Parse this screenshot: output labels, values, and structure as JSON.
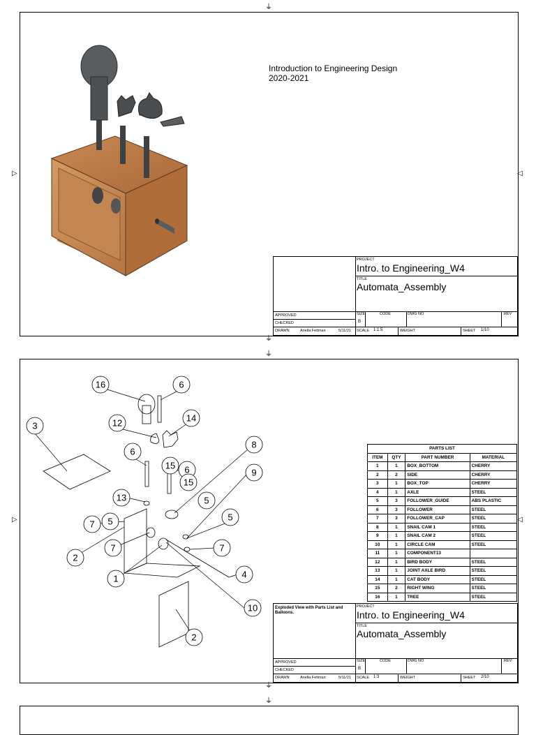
{
  "sheet1": {
    "header_line1": "Introduction to Engineering Design",
    "header_line2": "2020-2021",
    "project_label": "PROJECT",
    "project": "Intro. to Engineering_W4",
    "title_label": "TITLE",
    "title": "Automata_Assembly",
    "approved_label": "APPROVED",
    "checked_label": "CHECKED",
    "drawn_label": "DRAWN",
    "drawn_by": "Ariella Feltman",
    "drawn_date": "5/11/21",
    "size_label": "SIZE",
    "size": "B",
    "code_label": "CODE",
    "dwg_label": "DWG NO",
    "rev_label": "REV",
    "scale_label": "SCALE",
    "scale": "1:1.5",
    "weight_label": "WEIGHT",
    "sheet_label": "SHEET",
    "sheet": "1/10"
  },
  "sheet2": {
    "note": "Exploded View with Parts List and Balloons.",
    "project_label": "PROJECT",
    "project": "Intro. to Engineering_W4",
    "title_label": "TITLE",
    "title": "Automata_Assembly",
    "approved_label": "APPROVED",
    "checked_label": "CHECKED",
    "drawn_label": "DRAWN",
    "drawn_by": "Ariella Feltman",
    "drawn_date": "5/11/21",
    "size_label": "SIZE",
    "size": "B",
    "code_label": "CODE",
    "dwg_label": "DWG NO",
    "rev_label": "REV",
    "scale_label": "SCALE",
    "scale": "1:3",
    "weight_label": "WEIGHT",
    "sheet_label": "SHEET",
    "sheet": "2/10",
    "parts_list": {
      "title": "PARTS LIST",
      "headers": [
        "ITEM",
        "QTY",
        "PART NUMBER",
        "MATERIAL"
      ],
      "rows": [
        [
          "1",
          "1",
          "BOX_BOTTOM",
          "CHERRY"
        ],
        [
          "2",
          "2",
          "SIDE",
          "CHERRY"
        ],
        [
          "3",
          "1",
          "BOX_TOP",
          "CHERRY"
        ],
        [
          "4",
          "1",
          "AXLE",
          "STEEL"
        ],
        [
          "5",
          "3",
          "FOLLOWER_GUIDE",
          "ABS PLASTIC"
        ],
        [
          "6",
          "3",
          "FOLLOWER",
          "STEEL"
        ],
        [
          "7",
          "3",
          "FOLLOWER_CAP",
          "STEEL"
        ],
        [
          "8",
          "1",
          "SNAIL CAM 1",
          "STEEL"
        ],
        [
          "9",
          "1",
          "SNAIL CAM 2",
          "STEEL"
        ],
        [
          "10",
          "1",
          "CIRCLE CAM",
          "STEEL"
        ],
        [
          "11",
          "1",
          "COMPONENT13",
          ""
        ],
        [
          "12",
          "1",
          "BIRD BODY",
          "STEEL"
        ],
        [
          "13",
          "1",
          "JOINT AXLE BIRD",
          "STEEL"
        ],
        [
          "14",
          "1",
          "CAT BODY",
          "STEEL"
        ],
        [
          "15",
          "2",
          "RIGHT WING",
          "STEEL"
        ],
        [
          "16",
          "1",
          "TREE",
          "STEEL"
        ]
      ]
    },
    "balloons": [
      "16",
      "6",
      "3",
      "12",
      "14",
      "6",
      "15",
      "6",
      "8",
      "15",
      "9",
      "13",
      "5",
      "7",
      "5",
      "5",
      "2",
      "7",
      "7",
      "1",
      "4",
      "10",
      "2"
    ]
  },
  "colors": {
    "wood": "#c48650",
    "wood_dark": "#8a5a30",
    "metal": "#55585a"
  }
}
